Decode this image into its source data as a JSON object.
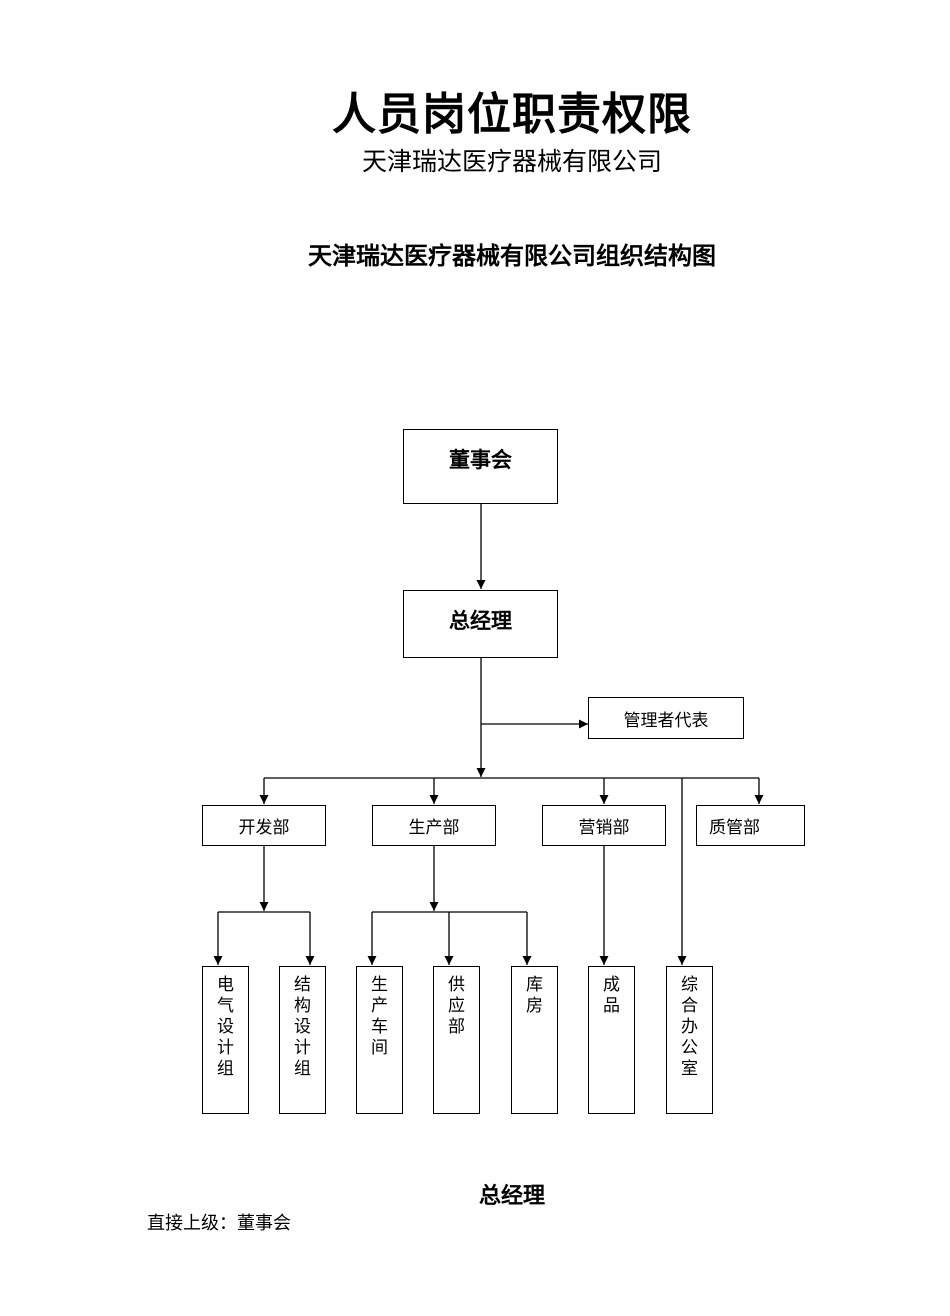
{
  "document": {
    "title": "人员岗位职责权限",
    "company": "天津瑞达医疗器械有限公司",
    "chart_title": "天津瑞达医疗器械有限公司组织结构图"
  },
  "org_chart": {
    "board": "董事会",
    "general_manager": "总经理",
    "management_rep": "管理者代表",
    "departments": [
      "开发部",
      "生产部",
      "营销部",
      "质管部"
    ],
    "units": [
      {
        "label": "电气设计组"
      },
      {
        "label": "结构设计组"
      },
      {
        "label": "生产车间"
      },
      {
        "label": "供应部"
      },
      {
        "label": "库 房"
      },
      {
        "label": "成 品"
      },
      {
        "label": "综合办公室"
      }
    ]
  },
  "section": {
    "title": "总经理",
    "direct_superior": "直接上级：董事会"
  }
}
